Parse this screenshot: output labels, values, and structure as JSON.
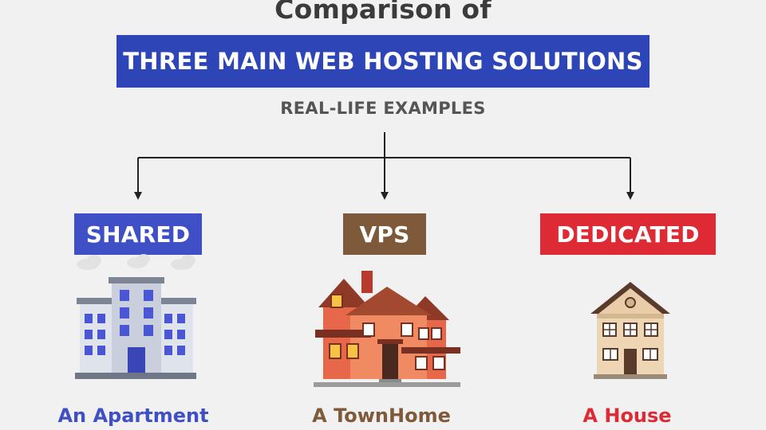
{
  "header": {
    "title_line1": "Comparison of",
    "title_line2": "THREE MAIN WEB HOSTING SOLUTIONS",
    "subtitle": "REAL-LIFE EXAMPLES"
  },
  "options": [
    {
      "label": "SHARED",
      "caption": "An Apartment",
      "color": "#3f4fc6",
      "icon": "apartment-building-icon"
    },
    {
      "label": "VPS",
      "caption": "A TownHome",
      "color": "#7f5a3a",
      "icon": "townhome-icon"
    },
    {
      "label": "DEDICATED",
      "caption": "A House",
      "color": "#dd2a34",
      "icon": "house-icon"
    }
  ],
  "colors": {
    "banner": "#2e45b8",
    "connector": "#222222",
    "background": "#f1f1f1"
  }
}
